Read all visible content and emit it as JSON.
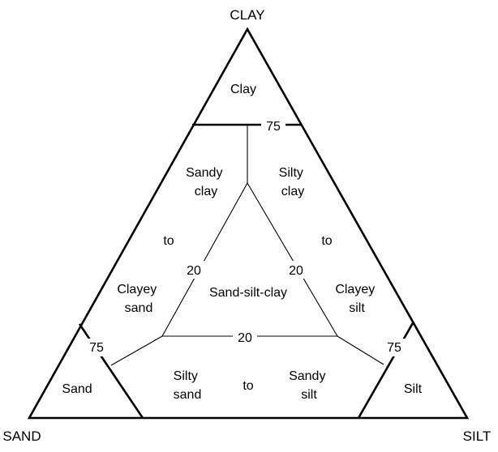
{
  "diagram": {
    "vertices": {
      "clay": "CLAY",
      "sand": "SAND",
      "silt": "SILT"
    },
    "regions": {
      "clay": [
        "Clay"
      ],
      "sandy_clay": [
        "Sandy",
        "clay"
      ],
      "silty_clay": [
        "Silty",
        "clay"
      ],
      "clayey_sand": [
        "Clayey",
        "sand"
      ],
      "clayey_silt": [
        "Clayey",
        "silt"
      ],
      "sand_silt_clay": [
        "Sand-silt-clay"
      ],
      "sand": [
        "Sand"
      ],
      "silt": [
        "Silt"
      ],
      "silty_sand": [
        "Silty",
        "sand"
      ],
      "sandy_silt": [
        "Sandy",
        "silt"
      ]
    },
    "connectors": {
      "left": "to",
      "right": "to",
      "bottom": "to"
    },
    "thresholds": {
      "clay_75": "75",
      "sand_75": "75",
      "silt_75": "75",
      "inner_left_20": "20",
      "inner_right_20": "20",
      "inner_bottom_20": "20"
    }
  }
}
